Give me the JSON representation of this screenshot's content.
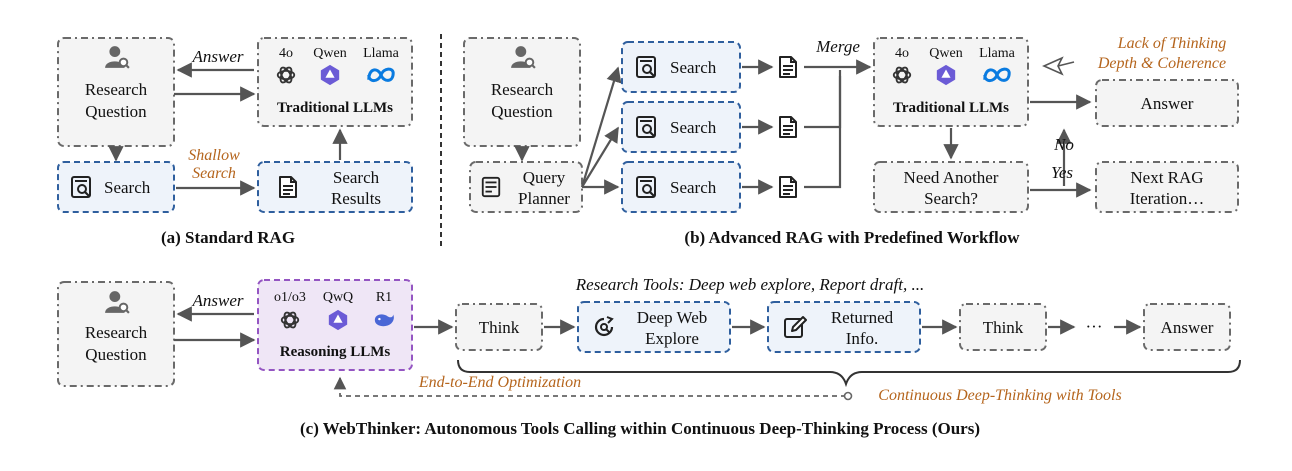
{
  "standard_rag": {
    "research_question": [
      "Research",
      "Question"
    ],
    "answer_label": "Answer",
    "models": [
      "4o",
      "Qwen",
      "Llama"
    ],
    "llm_label": "Traditional LLMs",
    "search_label": "Search",
    "shallow_search": [
      "Shallow",
      "Search"
    ],
    "search_results": [
      "Search",
      "Results"
    ],
    "caption": "(a) Standard RAG"
  },
  "advanced_rag": {
    "research_question": [
      "Research",
      "Question"
    ],
    "query_planner": [
      "Query",
      "Planner"
    ],
    "search_label": "Search",
    "merge_label": "Merge",
    "models": [
      "4o",
      "Qwen",
      "Llama"
    ],
    "llm_label": "Traditional LLMs",
    "lack_note": [
      "Lack of Thinking",
      "Depth & Coherence"
    ],
    "answer_label": "Answer",
    "no_label": "No",
    "yes_label": "Yes",
    "need_search": [
      "Need Another",
      "Search?"
    ],
    "next_iteration": [
      "Next RAG",
      "Iteration…"
    ],
    "caption": "(b) Advanced RAG with Predefined Workflow"
  },
  "webthinker": {
    "research_question": [
      "Research",
      "Question"
    ],
    "answer_label": "Answer",
    "models": [
      "o1/o3",
      "QwQ",
      "R1"
    ],
    "llm_label": "Reasoning LLMs",
    "tools_note": "Research Tools: Deep web explore, Report draft, ...",
    "think_label": "Think",
    "deep_web": [
      "Deep Web",
      "Explore"
    ],
    "returned_info": [
      "Returned",
      "Info."
    ],
    "ellipsis": "···",
    "final_answer": "Answer",
    "e2e": "End-to-End Optimization",
    "continuous": "Continuous Deep-Thinking with Tools",
    "caption": "(c) WebThinker: Autonomous Tools Calling within Continuous Deep-Thinking Process (Ours)"
  },
  "colors": {
    "gray_box": "#f4f4f4",
    "blue_border": "#2f5f9e",
    "purple_border": "#9455c2",
    "orange_text": "#b5651d"
  }
}
